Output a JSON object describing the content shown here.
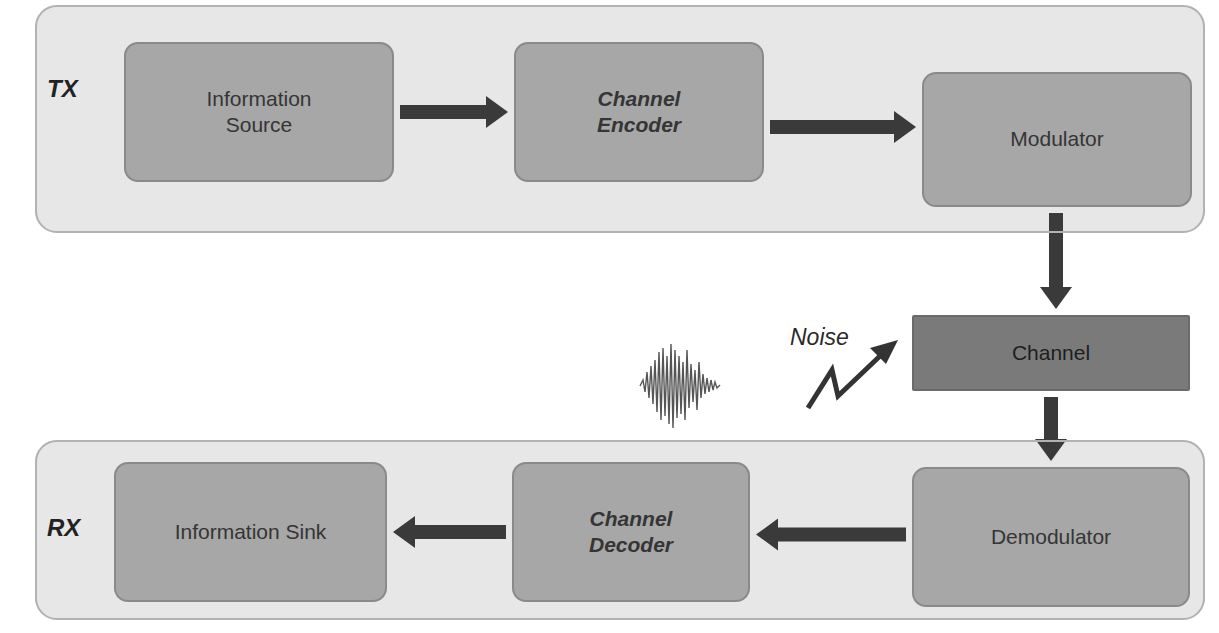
{
  "diagram": {
    "nodes": [
      {
        "text": [
          "TX"
        ]
      },
      {
        "text": [
          "Information Source"
        ],
        "in": 0
      },
      {
        "text": [
          "Channel Encoder"
        ],
        "in": 0
      },
      {
        "text": [
          "Modulator"
        ],
        "in": 0
      },
      {
        "text": [
          "Channel"
        ]
      },
      {
        "text": [
          "RX"
        ]
      },
      {
        "text": [
          "Information Sink"
        ],
        "in": 5
      },
      {
        "text": [
          "Channel Decoder"
        ],
        "in": 5
      },
      {
        "text": [
          "Demodulator"
        ],
        "in": 5
      }
    ],
    "edges": [
      {
        "from": 1,
        "to": 2,
        "arrow": "to"
      },
      {
        "from": 2,
        "to": 3,
        "arrow": "to"
      },
      {
        "from": 3,
        "to": 4,
        "arrow": "to"
      },
      {
        "from": 4,
        "to": 8,
        "arrow": "to"
      },
      {
        "from": 8,
        "to": 7,
        "arrow": "to"
      },
      {
        "from": 7,
        "to": 6,
        "arrow": "to"
      }
    ],
    "labels": [
      "Noise"
    ]
  }
}
